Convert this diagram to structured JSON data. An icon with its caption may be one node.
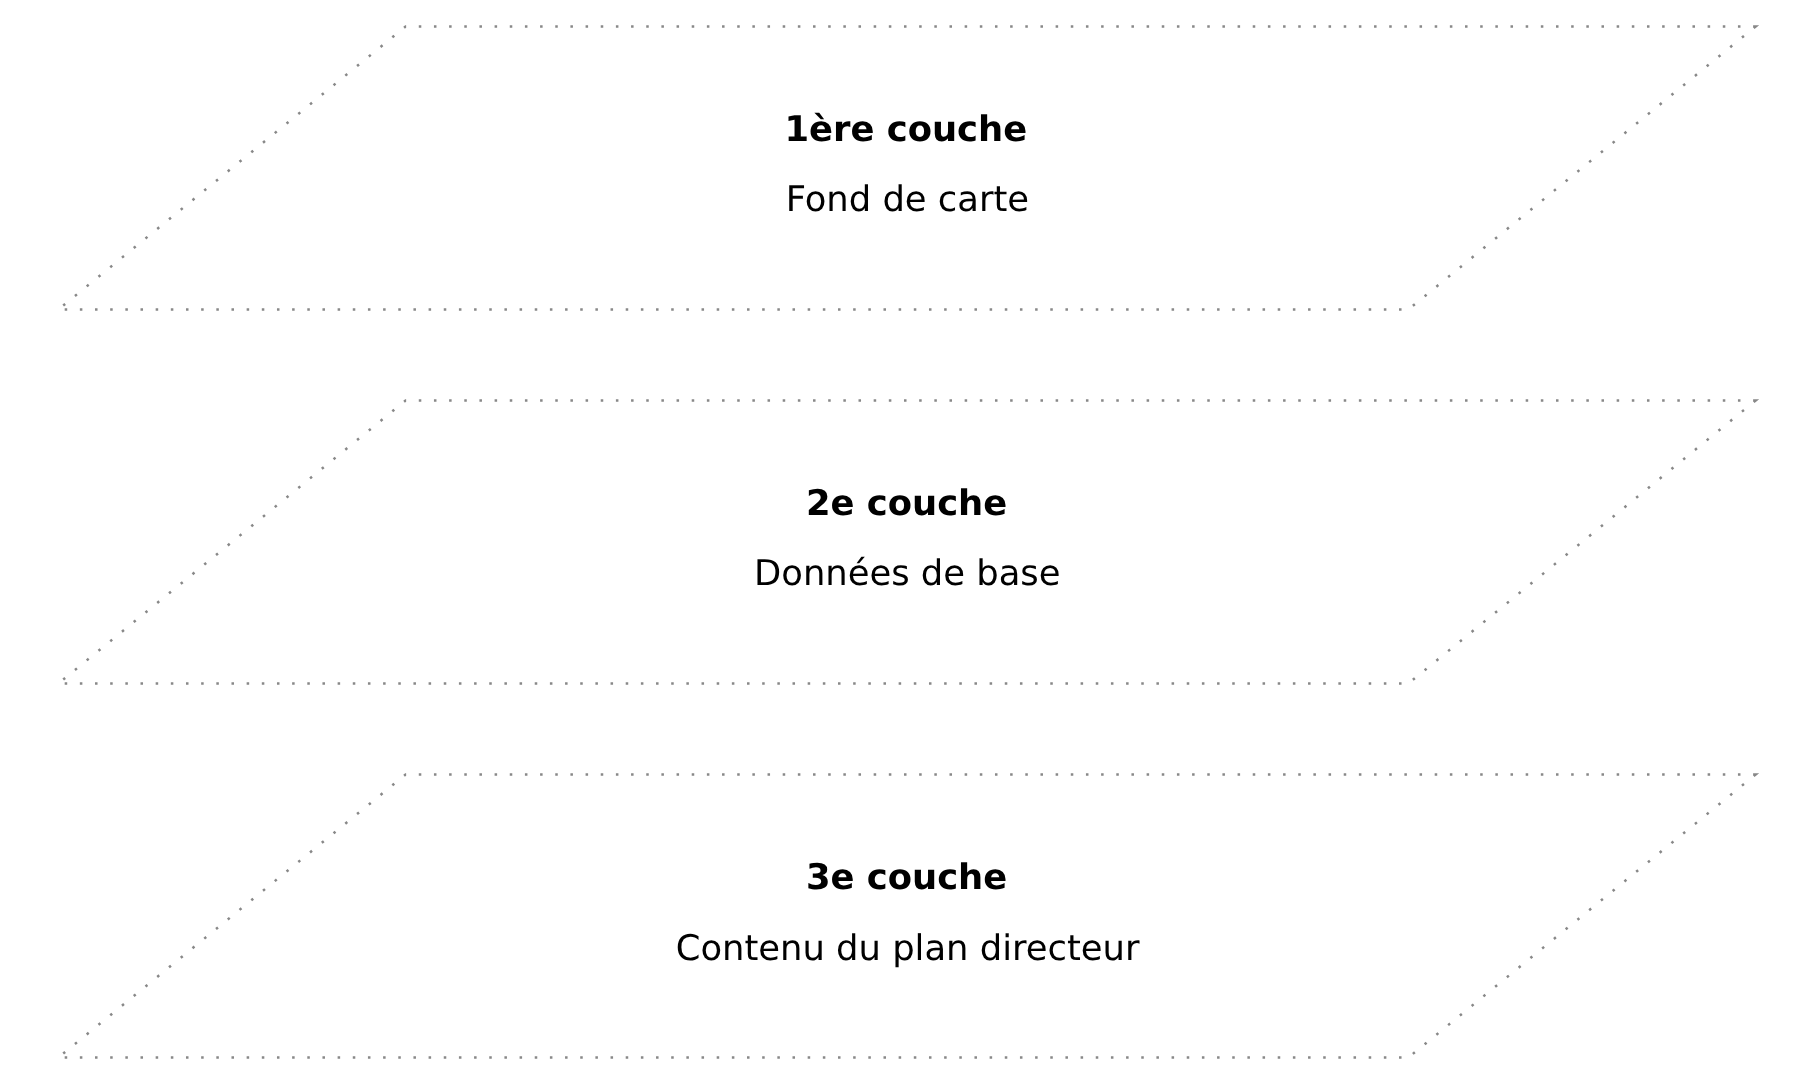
{
  "diagram": {
    "nodes": [
      {
        "text": [
          "3e couche",
          "Contenu du plan directeur"
        ]
      },
      {
        "text": [
          "2e couche",
          "Données de base"
        ]
      },
      {
        "text": [
          "1ère couche",
          "Fond de carte"
        ]
      }
    ]
  }
}
